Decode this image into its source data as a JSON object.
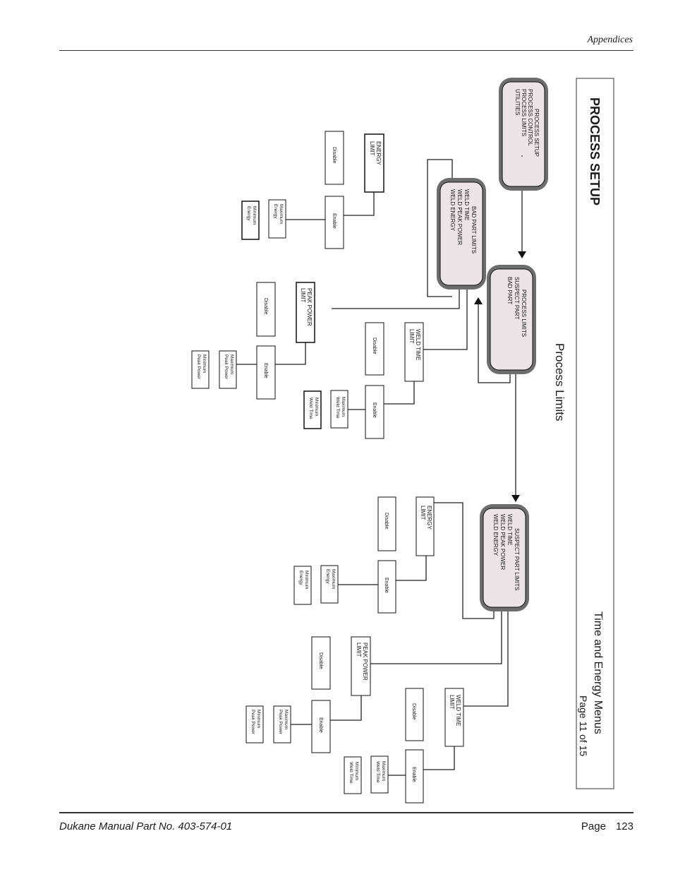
{
  "header": {
    "section": "Appendices"
  },
  "footer": {
    "manual_part": "Dukane Manual Part No. 403-574-01",
    "page_label": "Page",
    "page_number": "123"
  },
  "title_block": {
    "title": "PROCESS SETUP",
    "subtitle": "Process Limits",
    "menu_name": "Time and Energy Menus",
    "page_of": "Page 11 of 15"
  },
  "menus": {
    "process_setup": [
      "PROCESS SETUP",
      "PROCESS  CONTROL",
      "PROCESS   LIMITS",
      "UTILITIES"
    ],
    "process_limits": [
      "PROCESS LIMITS",
      "SUSPECT PART",
      "BAD PART"
    ],
    "bad_part_limits": [
      "BAD PART LIMITS",
      "WELD TIME",
      "WELD PEAK POWER",
      "WELD ENERGY"
    ],
    "suspect_part_limits": [
      "SUSPECT PART LIMITS",
      "WELD TIME",
      "WELD PEAK POWER",
      "WELD ENERGY"
    ]
  },
  "labels": {
    "energy_limit": [
      "ENERGY",
      "LIMIT"
    ],
    "peak_power_limit": [
      "PEAK POWER",
      "LIMIT"
    ],
    "weld_time_limit": [
      "WELD TIME",
      "LIMIT"
    ],
    "disable": "Disable",
    "enable": "Enable",
    "max_energy": [
      "Maximum",
      "Energy"
    ],
    "min_energy": [
      "Minimum",
      "Energy"
    ],
    "max_peak_power": [
      "Maximum",
      "Peak Power"
    ],
    "min_peak_power": [
      "Minimum",
      "Peak Power"
    ],
    "max_weld_time": [
      "Maximum",
      "Weld Time"
    ],
    "min_weld_time": [
      "Minimum",
      "Weld Time"
    ]
  }
}
